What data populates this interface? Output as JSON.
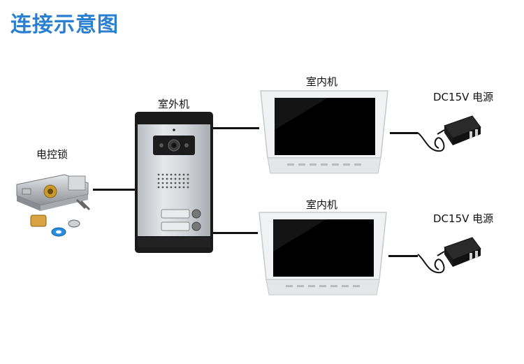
{
  "title": "连接示意图",
  "labels": {
    "outdoor": "室外机",
    "lock": "电控锁",
    "indoor_top": "室内机",
    "indoor_bottom": "室内机",
    "power_top": "DC15V 电源",
    "power_bottom": "DC15V 电源"
  },
  "colors": {
    "title": "#2a7fd0",
    "wire": "#111111",
    "panel_silver": "#c9cdd2",
    "screen": "#000000"
  }
}
